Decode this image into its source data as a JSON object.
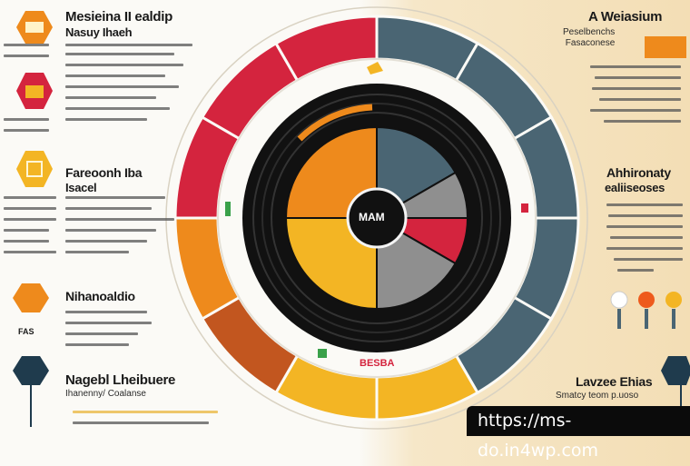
{
  "left_column": {
    "sections": [
      {
        "heading": "Mesieina II ealdip",
        "subheading": "Nasuy Ihaeh"
      },
      {
        "heading": "Fareoonh Iba",
        "subheading": "Isacel"
      },
      {
        "heading": "Nihanoaldio",
        "subheading": ""
      },
      {
        "heading": "Nagebl Lheibuere",
        "subheading": "Ihanenny/ Coalanse"
      }
    ],
    "badge_label": "FAS"
  },
  "right_column": {
    "sections": [
      {
        "heading": "A Weiasium",
        "subheading": "Peselbenchs\nFasaconese"
      },
      {
        "heading": "Ahhironaty",
        "subheading": "ealiiseoses"
      },
      {
        "heading": "Lavzee Ehias",
        "subheading": "Smatcy teom p.uoso"
      }
    ]
  },
  "wheel": {
    "center_label": "MAM",
    "bottom_label": "BESBA",
    "colors": {
      "red": "#d4243e",
      "orange": "#ee8a1c",
      "yellow": "#f3b524",
      "slate": "#4a6573",
      "gray": "#8f8f8f",
      "black": "#111111",
      "brown": "#c2561f"
    }
  },
  "url": "https://ms-do.in4wp.com"
}
